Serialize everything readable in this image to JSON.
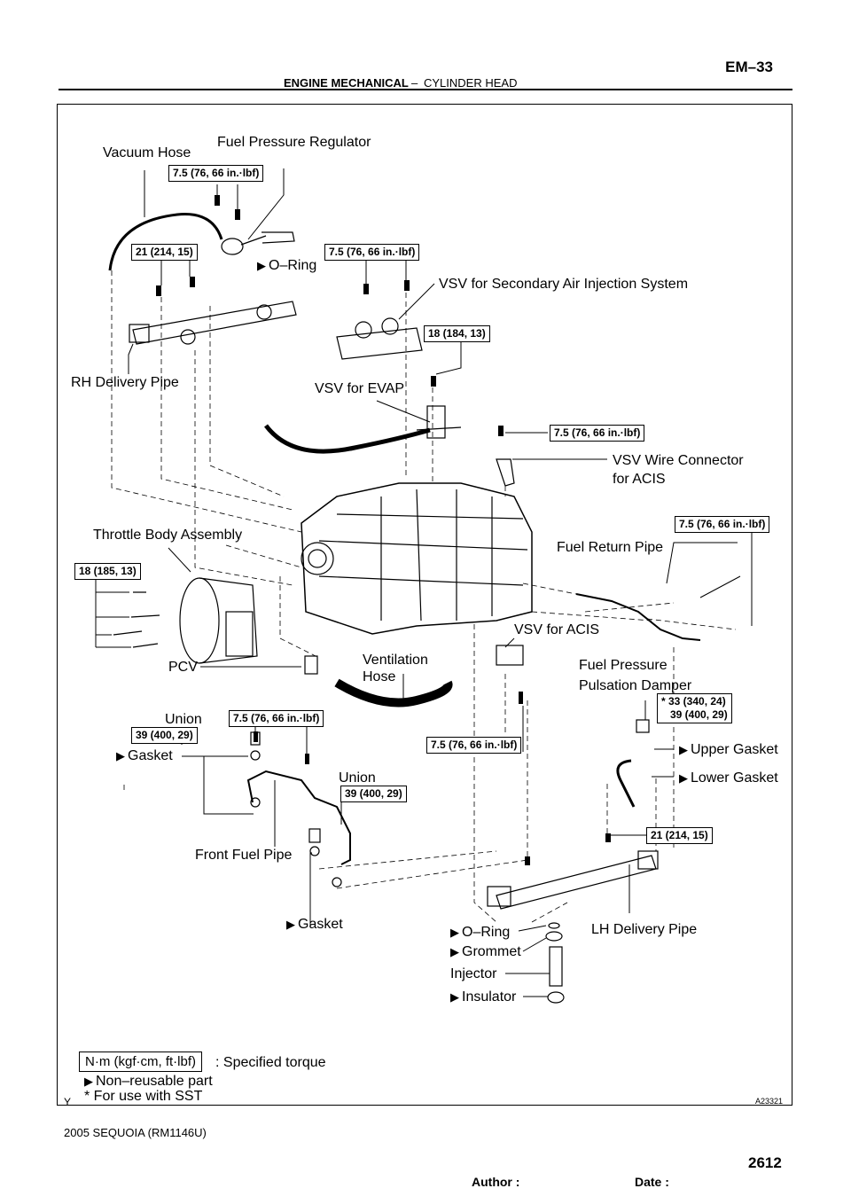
{
  "header": {
    "section": "ENGINE MECHANICAL",
    "dash": "–",
    "subsection": "CYLINDER HEAD",
    "page": "EM–33"
  },
  "labels": {
    "vacuum_hose": "Vacuum Hose",
    "fuel_pressure_regulator": "Fuel Pressure Regulator",
    "o_ring_top": "O–Ring",
    "vsv_secondary_air": "VSV for Secondary Air Injection System",
    "rh_delivery_pipe": "RH Delivery Pipe",
    "vsv_evap": "VSV for EVAP",
    "vsv_wire_connector_1": "VSV Wire Connector",
    "vsv_wire_connector_2": "for ACIS",
    "throttle_body": "Throttle Body Assembly",
    "fuel_return_pipe": "Fuel Return Pipe",
    "vsv_acis": "VSV for ACIS",
    "pcv": "PCV",
    "ventilation_1": "Ventilation",
    "ventilation_2": "Hose",
    "fuel_pressure_1": "Fuel Pressure",
    "fuel_pressure_2": "Pulsation Damper",
    "union_1": "Union",
    "gasket_1": "Gasket",
    "union_2": "Union",
    "upper_gasket": "Upper Gasket",
    "lower_gasket": "Lower Gasket",
    "front_fuel_pipe": "Front Fuel Pipe",
    "gasket_2": "Gasket",
    "o_ring_bottom": "O–Ring",
    "lh_delivery_pipe": "LH Delivery Pipe",
    "grommet": "Grommet",
    "injector": "Injector",
    "insulator": "Insulator"
  },
  "torques": {
    "t_reg": "7.5 (76, 66 in.·lbf)",
    "t_rh": "21 (214, 15)",
    "t_vsv_sec": "7.5 (76, 66 in.·lbf)",
    "t_evap": "18 (184, 13)",
    "t_wire": "7.5 (76, 66 in.·lbf)",
    "t_return": "7.5 (76, 66 in.·lbf)",
    "t_throttle": "18 (185, 13)",
    "t_union1": "39 (400, 29)",
    "t_front": "7.5 (76, 66 in.·lbf)",
    "t_union2": "39 (400, 29)",
    "t_acis": "7.5 (76, 66 in.·lbf)",
    "t_damper": "* 33 (340, 24)\n   39 (400, 29)",
    "t_lh": "21 (214, 15)"
  },
  "legend": {
    "box": "N·m (kgf·cm, ft·lbf)",
    "specified": ": Specified torque",
    "non_reusable": "Non–reusable part",
    "sst": "* For use with SST"
  },
  "marks": {
    "left_mark": "Y",
    "figure_id": "A23321"
  },
  "footer": {
    "model": "2005 SEQUOIA   (RM1146U)",
    "author": "Author :",
    "date": "Date :",
    "page_num": "2612"
  }
}
